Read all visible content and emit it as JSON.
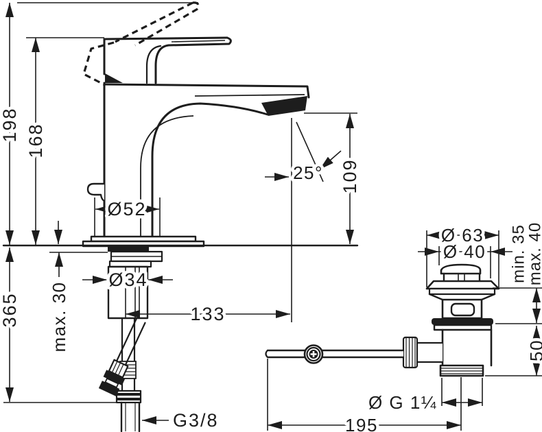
{
  "drawing": {
    "type": "faucet-installation-dimensional-drawing",
    "views": [
      "basin-mixer-side-view",
      "pop-up-waste-side-view"
    ]
  },
  "dimensions": {
    "overall_height": "198",
    "handle_height": "168",
    "depth_below_counter": "365",
    "counter_thickness": "max. 30",
    "base_diameter": "Ø52",
    "shaft_diameter": "Ø34",
    "spout_reach": "133",
    "outlet_height": "109",
    "stream_angle": "25°",
    "supply_thread": "G3/8",
    "waste_flange_diameter": "Ø 63",
    "waste_cap_diameter": "Ø 40",
    "basin_thickness_min": "min. 35",
    "basin_thickness_max": "max. 40",
    "waste_body_height": "50",
    "waste_thread": "Ø G 1¼",
    "rod_length": "195"
  },
  "colors": {
    "line": "#1d1d1d",
    "background": "#ffffff"
  }
}
